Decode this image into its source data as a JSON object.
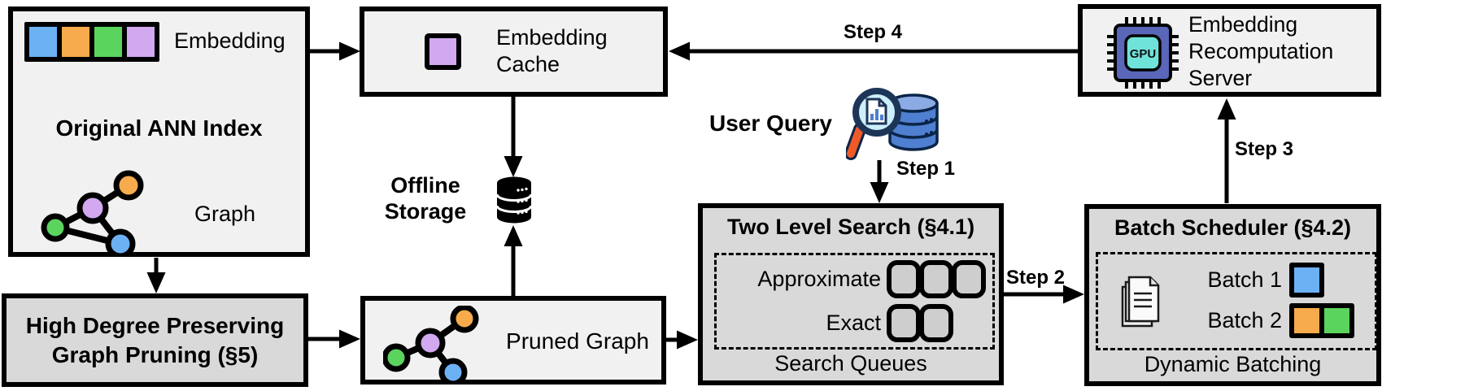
{
  "colors": {
    "canvas_bg": "#ffffff",
    "box_light": "#f1f1f1",
    "box_dark": "#d9d9d9",
    "queue_fill": "#cecece",
    "node_blue": "#6db1f5",
    "node_orange": "#f7ab4c",
    "node_green": "#5bd45e",
    "node_purple": "#d2a9f0",
    "gpu_chip": "#5a66b8",
    "gpu_core": "#6fe3da",
    "rim_navy": "#1d3557",
    "lens_blue": "#cdeefb",
    "handle_orange": "#f05a28",
    "db_blue": "#4f7fd0",
    "db_blue_light": "#8cabe4",
    "page_fill": "#f0f0f0"
  },
  "original_index": {
    "title": "Original ANN Index",
    "embedding_label": "Embedding",
    "graph_label": "Graph"
  },
  "graph_pruning": {
    "line1": "High Degree Preserving",
    "line2": "Graph Pruning (§5)"
  },
  "embedding_cache": {
    "line1": "Embedding",
    "line2": "Cache"
  },
  "offline_storage": {
    "line1": "Offline",
    "line2": "Storage"
  },
  "pruned_graph": {
    "label": "Pruned Graph"
  },
  "user_query": {
    "label": "User Query"
  },
  "two_level_search": {
    "title": "Two Level Search (§4.1)",
    "approximate_label": "Approximate",
    "exact_label": "Exact",
    "footer": "Search Queues"
  },
  "batch_scheduler": {
    "title": "Batch Scheduler (§4.2)",
    "batch1_label": "Batch 1",
    "batch2_label": "Batch 2",
    "footer": "Dynamic Batching"
  },
  "recompute_server": {
    "line1": "Embedding",
    "line2": "Recomputation",
    "line3": "Server"
  },
  "steps": {
    "step1": "Step 1",
    "step2": "Step 2",
    "step3": "Step 3",
    "step4": "Step 4"
  },
  "gpu_label": "GPU"
}
